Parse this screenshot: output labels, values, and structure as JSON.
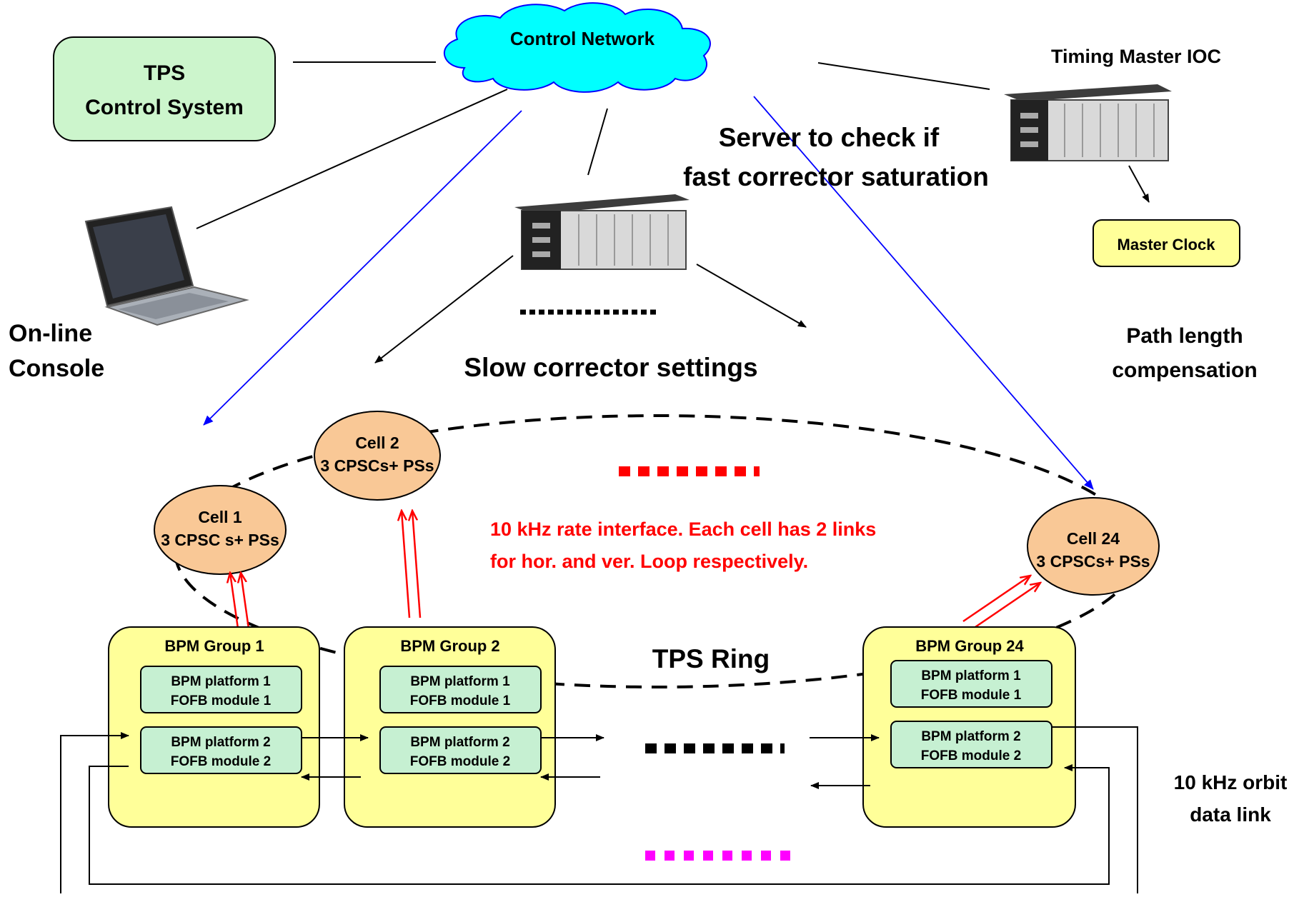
{
  "control_network": {
    "label": "Control Network"
  },
  "tps_control": {
    "line1": "TPS",
    "line2": "Control System"
  },
  "timing_master": {
    "label": "Timing Master IOC"
  },
  "master_clock": {
    "label": "Master Clock"
  },
  "server": {
    "line1": "Server to check if",
    "line2": "fast corrector  saturation"
  },
  "console": {
    "line1": "On-line",
    "line2": "Console"
  },
  "slow_corrector": {
    "label": "Slow corrector settings"
  },
  "path_length": {
    "line1": "Path length",
    "line2": "compensation"
  },
  "cells": [
    {
      "line1": "Cell 1",
      "line2": "3 CPSC s+ PSs"
    },
    {
      "line1": "Cell 2",
      "line2": "3 CPSCs+ PSs"
    },
    {
      "line1": "Cell 24",
      "line2": "3 CPSCs+ PSs"
    }
  ],
  "interface_note": {
    "line1": "10 kHz rate interface. Each cell has 2 links",
    "line2": "for hor.  and ver. Loop respectively."
  },
  "ring": {
    "label": "TPS Ring"
  },
  "bpm_groups": [
    {
      "title": "BPM Group 1",
      "m1a": "BPM platform 1",
      "m1b": "FOFB module 1",
      "m2a": "BPM platform 2",
      "m2b": "FOFB module 2"
    },
    {
      "title": "BPM Group 2",
      "m1a": "BPM platform 1",
      "m1b": "FOFB module 1",
      "m2a": "BPM platform 2",
      "m2b": "FOFB module 2"
    },
    {
      "title": "BPM Group 24",
      "m1a": "BPM platform 1",
      "m1b": "FOFB module 1",
      "m2a": "BPM platform 2",
      "m2b": "FOFB module 2"
    }
  ],
  "orbit_link": {
    "line1": "10 kHz orbit",
    "line2": "data link"
  },
  "colors": {
    "cloud": "#00ffff",
    "tps_box": "#ccf5cc",
    "cell": "#f9c896",
    "bpm_group": "#ffff99",
    "module": "#c6f0d2",
    "clock": "#ffff99",
    "red": "#ff0000",
    "blue": "#0000ff",
    "magenta": "#ff00ff"
  }
}
